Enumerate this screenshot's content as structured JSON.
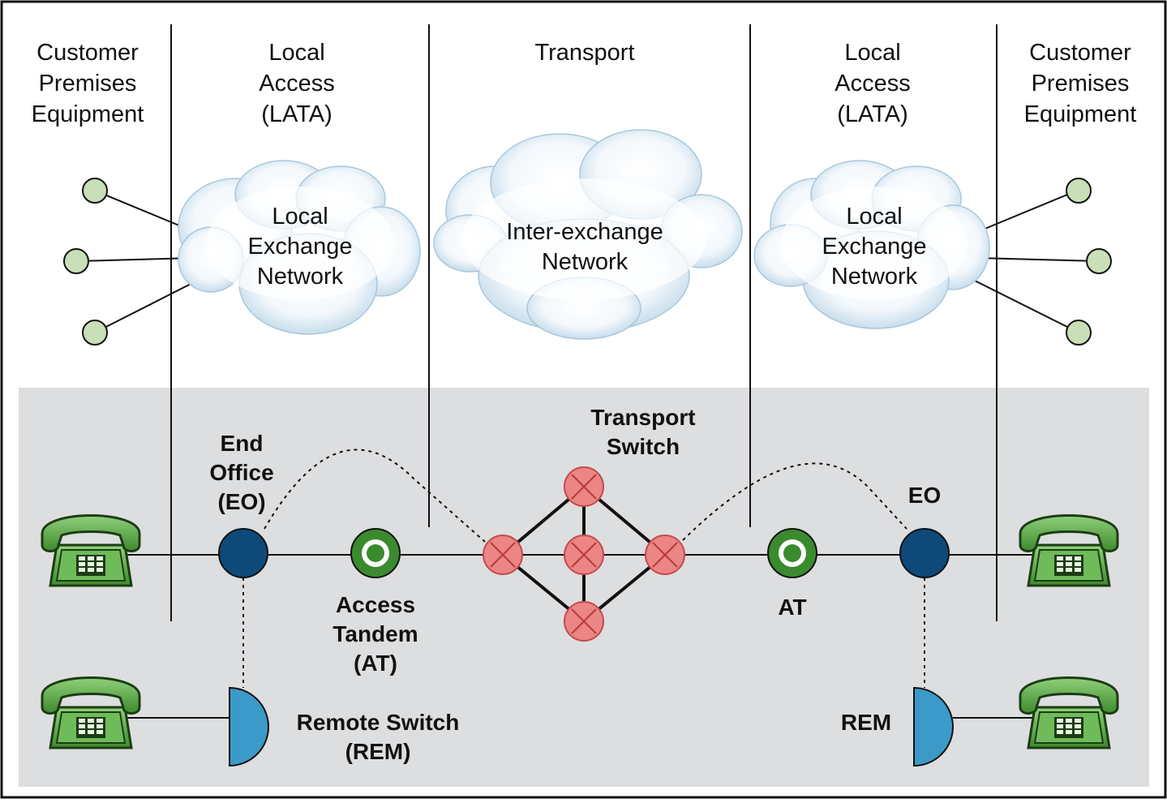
{
  "regions": [
    {
      "id": "cpe-left",
      "lines": [
        "Customer",
        "Premises",
        "Equipment"
      ]
    },
    {
      "id": "local-access-left",
      "lines": [
        "Local",
        "Access",
        "(LATA)"
      ]
    },
    {
      "id": "transport",
      "lines": [
        "Transport"
      ]
    },
    {
      "id": "local-access-right",
      "lines": [
        "Local",
        "Access",
        "(LATA)"
      ]
    },
    {
      "id": "cpe-right",
      "lines": [
        "Customer",
        "Premises",
        "Equipment"
      ]
    }
  ],
  "clouds": [
    {
      "id": "local-exchange-left",
      "lines": [
        "Local",
        "Exchange",
        "Network"
      ]
    },
    {
      "id": "inter-exchange",
      "lines": [
        "Inter-exchange",
        "Network"
      ]
    },
    {
      "id": "local-exchange-right",
      "lines": [
        "Local",
        "Exchange",
        "Network"
      ]
    }
  ],
  "labels": {
    "end_office": [
      "End",
      "Office",
      "(EO)"
    ],
    "access_tandem": [
      "Access",
      "Tandem",
      "(AT)"
    ],
    "transport_switch": [
      "Transport",
      "Switch"
    ],
    "at_right": [
      "AT"
    ],
    "eo_right": [
      "EO"
    ],
    "remote_switch": [
      "Remote Switch",
      "(REM)"
    ],
    "rem_right": [
      "REM"
    ]
  },
  "icons": {
    "telephone": "telephone-icon",
    "end_office": "end-office-node",
    "access_tandem": "access-tandem-node",
    "transport_switch": "transport-switch-node",
    "remote_switch": "remote-switch-node",
    "cpe": "cpe-node"
  },
  "colors": {
    "end_office": "#0d4a7a",
    "access_tandem": "#3a8a2e",
    "transport_switch": "#e87a7a",
    "remote_switch": "#3b9ac8",
    "cpe_node": "#c8dfb8",
    "phone": "#4e9a3c",
    "band": "#dddee0"
  }
}
